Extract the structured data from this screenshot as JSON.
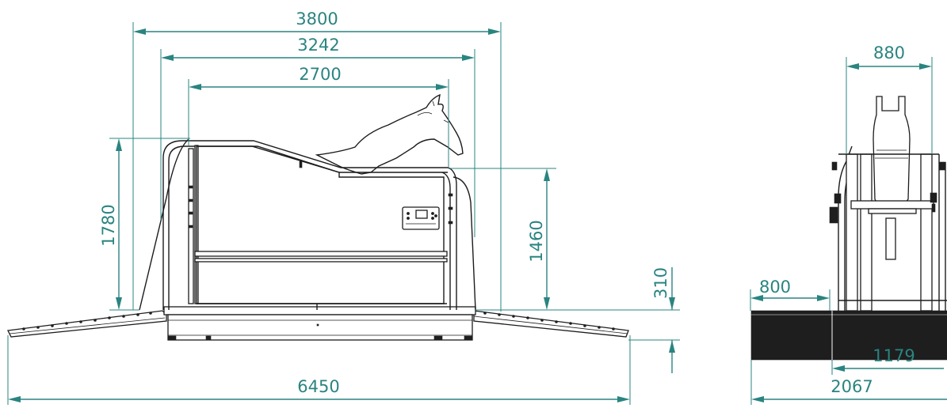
{
  "accent_color": "#2a8480",
  "object_color": "#1c1c1c",
  "dimensions": {
    "overall_width_outer": "3800",
    "frame_width": "3242",
    "body_width": "2700",
    "total_height": "1780",
    "platform_height": "1460",
    "base_height": "310",
    "total_length_with_ramps": "6450",
    "front_top_width": "880",
    "front_side_offset": "800",
    "front_inner_width": "1179",
    "front_total_width": "2067"
  }
}
